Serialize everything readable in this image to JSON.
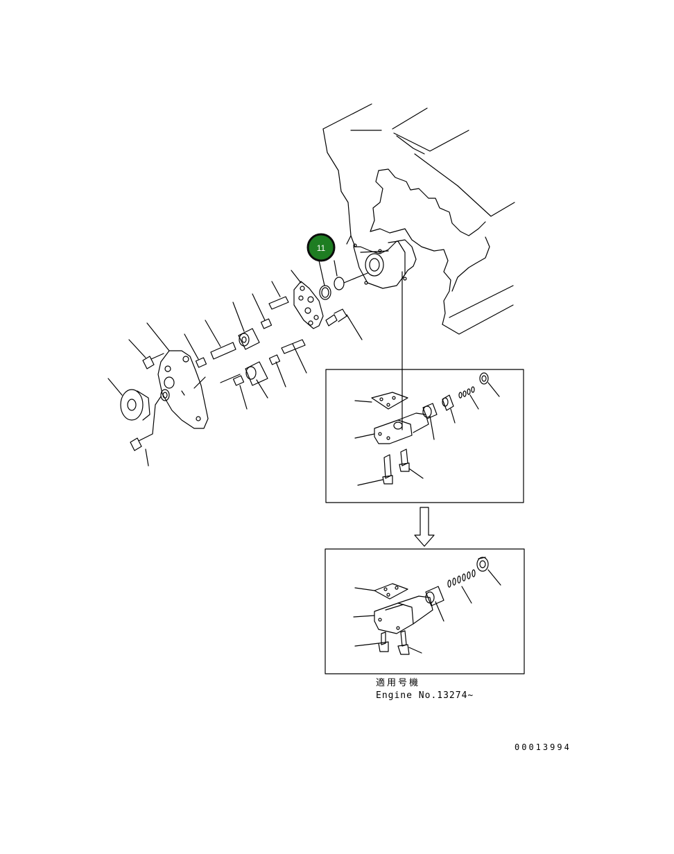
{
  "callout": {
    "number": "11",
    "fill_color": "#1e7d22",
    "ring_color": "#0c0c0c"
  },
  "note": {
    "japanese_label": "適用号機",
    "engine_label": "Engine No.13274~"
  },
  "reference_number": "00013994",
  "line_color": "#000000"
}
